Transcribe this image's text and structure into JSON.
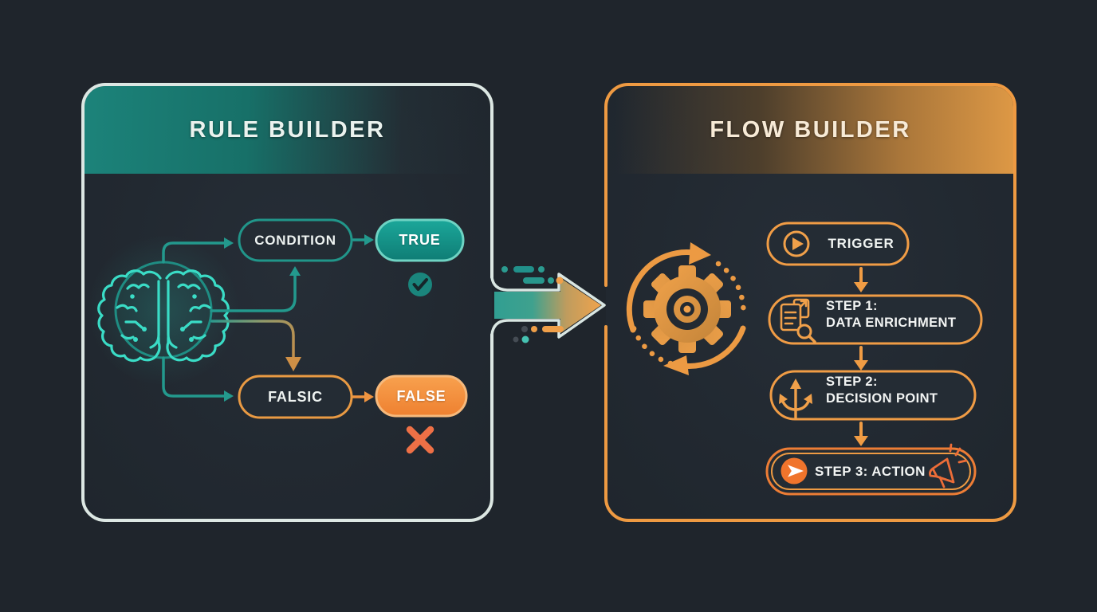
{
  "canvas": {
    "background": "#1f252c",
    "teal_accent": "#23998d",
    "orange_accent": "#f09c45"
  },
  "left_panel": {
    "title": "RULE BUILDER",
    "border_color": "#dce7e3",
    "header_color": "#1c837a",
    "nodes": {
      "condition": "CONDITION",
      "outcome_true": "TRUE",
      "falsic": "FALSIC",
      "outcome_false": "FALSE"
    },
    "icons": {
      "brain": "brain-icon",
      "true_mark": "check-icon",
      "false_mark": "x-icon"
    },
    "node_colors": {
      "true_fill": "#159a8f",
      "false_fill": "#f28c3a",
      "condition_border": "#21968a",
      "falsic_border": "#e99a43"
    }
  },
  "transfer_arrow": {
    "gradient_from": "#2f9e92",
    "gradient_to": "#f2a44c"
  },
  "right_panel": {
    "title": "FLOW BUILDER",
    "border_color": "#ee9a42",
    "header_color": "#dd9845",
    "steps": {
      "trigger": "TRIGGER",
      "step1_line1": "STEP 1:",
      "step1_line2": "DATA ENRICHMENT",
      "step2_line1": "STEP 2:",
      "step2_line2": "DECISION POINT",
      "step3": "STEP 3: ACTION"
    },
    "icons": {
      "trigger": "play-icon",
      "step1": "documents-search-icon",
      "step2": "branch-arrows-icon",
      "step3_left": "send-icon",
      "step3_right": "megaphone-icon",
      "process": "gear-cycle-icon"
    }
  }
}
